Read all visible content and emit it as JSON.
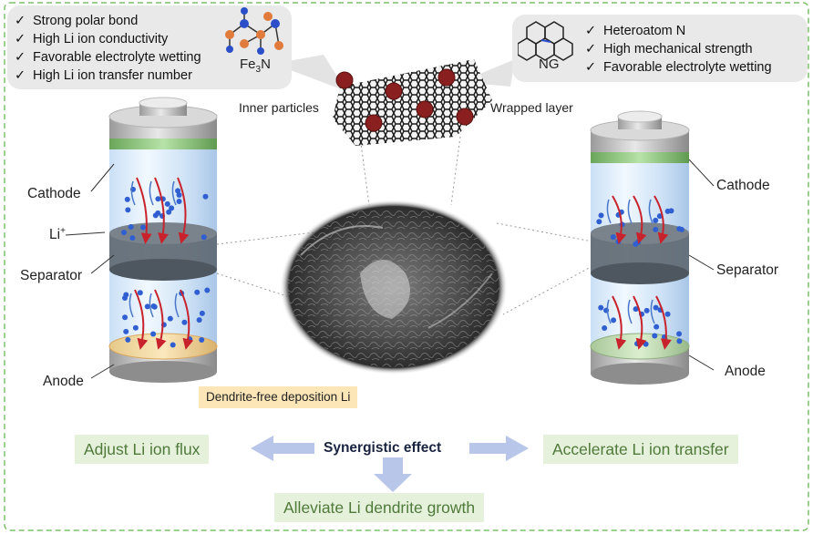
{
  "fe3n_box": {
    "items": [
      "Strong polar bond",
      "High Li ion conductivity",
      "Favorable electrolyte wetting",
      "High Li ion transfer number"
    ],
    "compound_prefix": "Fe",
    "compound_sub": "3",
    "compound_suffix": "N"
  },
  "ng_box": {
    "items": [
      "Heteroatom N",
      "High mechanical strength",
      "Favorable electrolyte wetting"
    ],
    "compound": "NG"
  },
  "center": {
    "inner_particles": "Inner particles",
    "wrapped_layer": "Wrapped layer"
  },
  "left_cell": {
    "cathode": "Cathode",
    "li_ion": "Li",
    "li_ion_sup": "+",
    "separator": "Separator",
    "anode": "Anode",
    "deposition": "Dendrite-free deposition Li"
  },
  "right_cell": {
    "cathode": "Cathode",
    "separator": "Separator",
    "anode": "Anode"
  },
  "bottom": {
    "left_effect": "Adjust Li ion flux",
    "right_effect": "Accelerate Li ion transfer",
    "synergy": "Synergistic effect",
    "result": "Alleviate Li dendrite  growth"
  },
  "colors": {
    "panel_gray": "#e9e9e9",
    "effect_green_bg": "#e6f1dc",
    "effect_green_text": "#4f7a3a",
    "deposition_bg": "#fce6b8",
    "arrow_blue": "#b8c6ea",
    "ion_blue": "#2f5fd0",
    "flux_red": "#c8232c",
    "separator_gray": "#5d6770",
    "border_green": "#7cc06a"
  }
}
